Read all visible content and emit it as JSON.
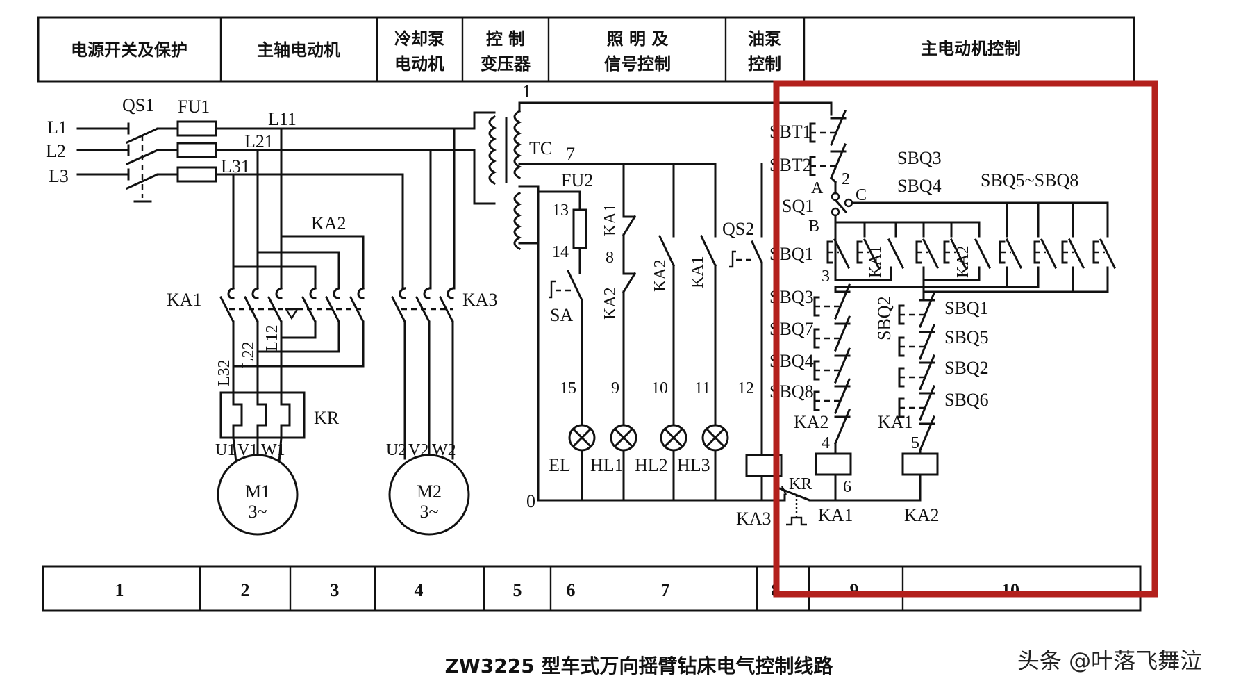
{
  "header_sections": [
    "电源开关及保护",
    "主轴电动机",
    "冷却泵\n电动机",
    "控 制\n变压器",
    "照 明 及\n信号控制",
    "油泵\n控制",
    "主电动机控制"
  ],
  "zone_numbers": [
    "1",
    "2",
    "3",
    "4",
    "5",
    "6",
    "7",
    "8",
    "9",
    "10"
  ],
  "caption": "ZW3225 型车式万向摇臂钻床电气控制线路",
  "watermark": "头条 @叶落飞舞泣",
  "highlight_color": "#b3201c",
  "power": {
    "lines": [
      "L1",
      "L2",
      "L3"
    ],
    "switch": "QS1",
    "fuse": "FU1",
    "bus": [
      "L11",
      "L21",
      "L31"
    ]
  },
  "spindle": {
    "contactor_fwd": "KA1",
    "contactor_rev": "KA2",
    "wires": [
      "L12",
      "L22",
      "L32"
    ],
    "overload": "KR",
    "terminals": [
      "U1",
      "V1",
      "W1"
    ],
    "motor": "M1",
    "motor_type": "3~"
  },
  "coolant": {
    "contactor": "KA3",
    "terminals": [
      "U2",
      "V2",
      "W2"
    ],
    "motor": "M2",
    "motor_type": "3~"
  },
  "transformer": {
    "name": "TC",
    "node_1": "1",
    "node_7": "7",
    "fuse": "FU2",
    "node_13": "13",
    "node_14": "14",
    "node_0": "0"
  },
  "lighting": {
    "switch": "SA",
    "ka1": "KA1",
    "ka2": "KA2",
    "node_8": "8",
    "ka2_b": "KA2",
    "ka1_b": "KA1",
    "nodes": [
      "15",
      "9",
      "10",
      "11",
      "12"
    ],
    "lamps": [
      "EL",
      "HL1",
      "HL2",
      "HL3"
    ]
  },
  "oil_pump": {
    "switch": "QS2",
    "coil": "KA3"
  },
  "main_control": {
    "stop1": "SBT1",
    "stop2": "SBT2",
    "node_2": "2",
    "sq1": "SQ1",
    "sq_a": "A",
    "sq_b": "B",
    "sq_c": "C",
    "sbq1": "SBQ1",
    "ka1_aux": "KA1",
    "ka2_aux": "KA2",
    "sbq34": [
      "SBQ3",
      "SBQ4"
    ],
    "sbq58": "SBQ5~SBQ8",
    "node_3": "3",
    "left_chain": [
      "SBQ3",
      "SBQ7",
      "SBQ4",
      "SBQ8"
    ],
    "sbq2_label": "SBQ2",
    "right_chain": [
      "SBQ1",
      "SBQ5",
      "SBQ2",
      "SBQ6"
    ],
    "ka2_interlock": "KA2",
    "ka1_interlock": "KA1",
    "node_4": "4",
    "node_5": "5",
    "node_6": "6",
    "kr": "KR",
    "coil_ka1": "KA1",
    "coil_ka2": "KA2"
  }
}
